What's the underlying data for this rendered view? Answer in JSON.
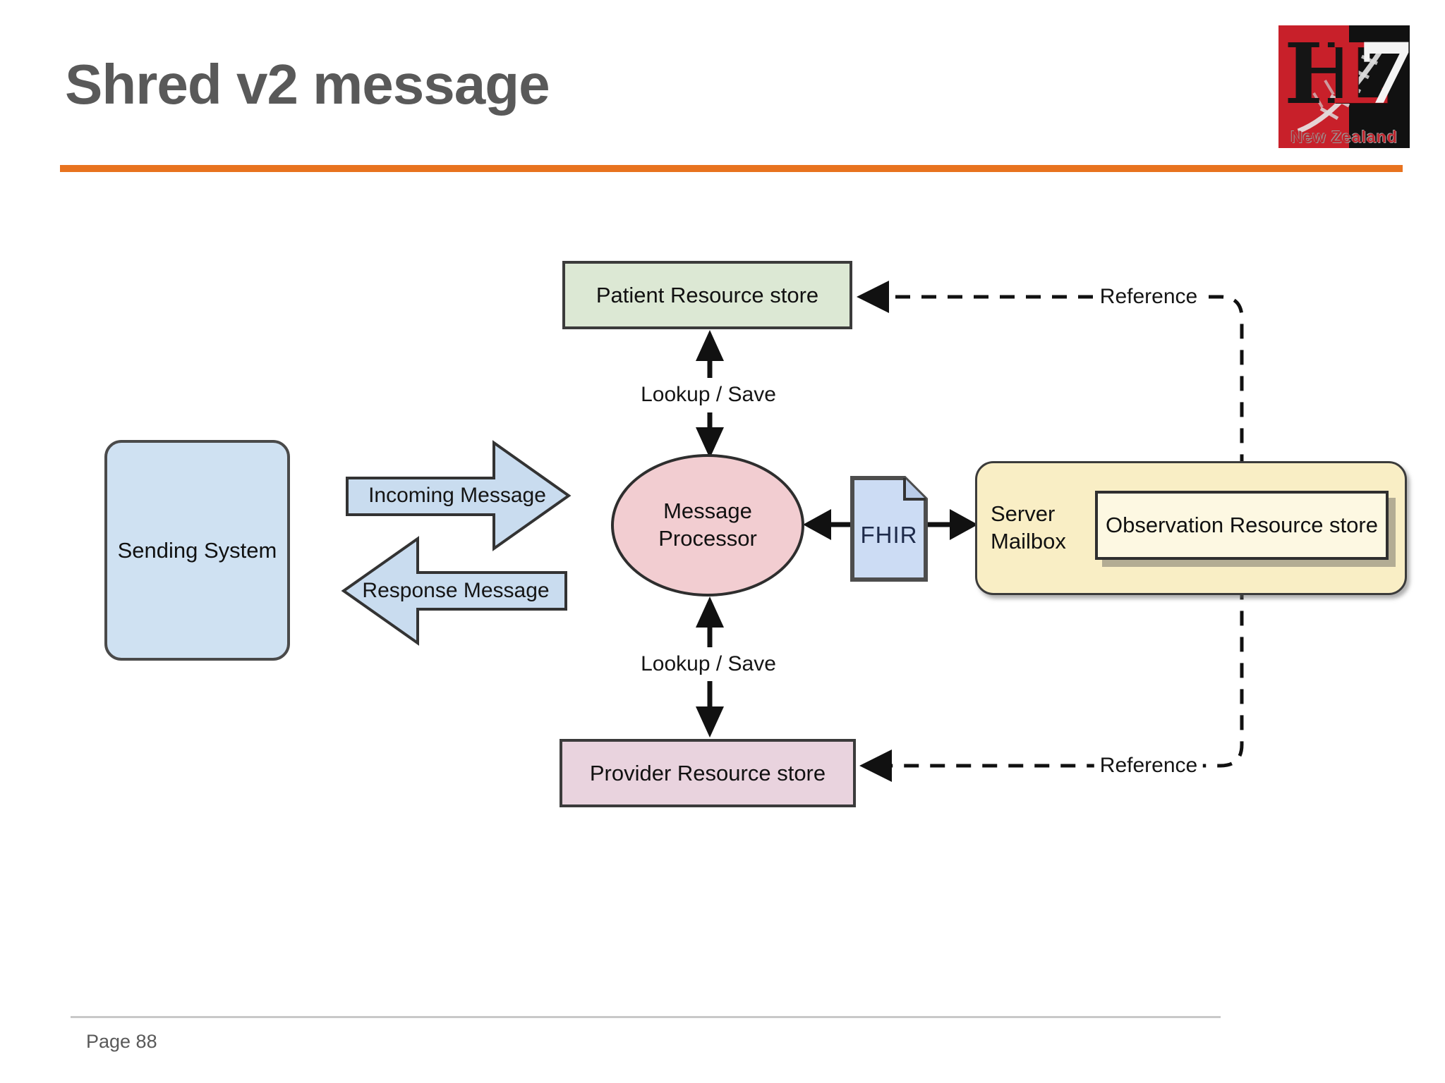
{
  "header": {
    "title": "Shred v2 message"
  },
  "footer": {
    "page_label": "Page 88"
  },
  "logo": {
    "letters": [
      "H",
      "L",
      "7"
    ],
    "region": "New Zealand",
    "red": "#C8202A"
  },
  "colors": {
    "accent_rule": "#E8731F",
    "title_text": "#595959",
    "connector": "#111111"
  },
  "diagram": {
    "nodes": {
      "sending_system": {
        "label": "Sending System",
        "fill": "#CFE1F2"
      },
      "patient_store": {
        "label": "Patient Resource store",
        "fill": "#DCE8D4"
      },
      "provider_store": {
        "label": "Provider Resource store",
        "fill": "#E9D3DE"
      },
      "message_processor": {
        "label": "Message\nProcessor",
        "fill": "#F2CDD1"
      },
      "fhir_document": {
        "label": "FHIR",
        "fill": "#CCDCF4"
      },
      "server_mailbox": {
        "label": "Server\nMailbox",
        "fill": "#F9EEC5"
      },
      "observation_store": {
        "label": "Observation Resource store",
        "fill": "#FDF8E2"
      }
    },
    "edges": {
      "incoming_message": {
        "label": "Incoming Message",
        "fill": "#C9DCEF"
      },
      "response_message": {
        "label": "Response Message",
        "fill": "#C9DCEF"
      },
      "lookup_save_top": {
        "label": "Lookup / Save"
      },
      "lookup_save_bottom": {
        "label": "Lookup / Save"
      },
      "reference_top": {
        "label": "Reference"
      },
      "reference_bottom": {
        "label": "Reference"
      }
    }
  }
}
